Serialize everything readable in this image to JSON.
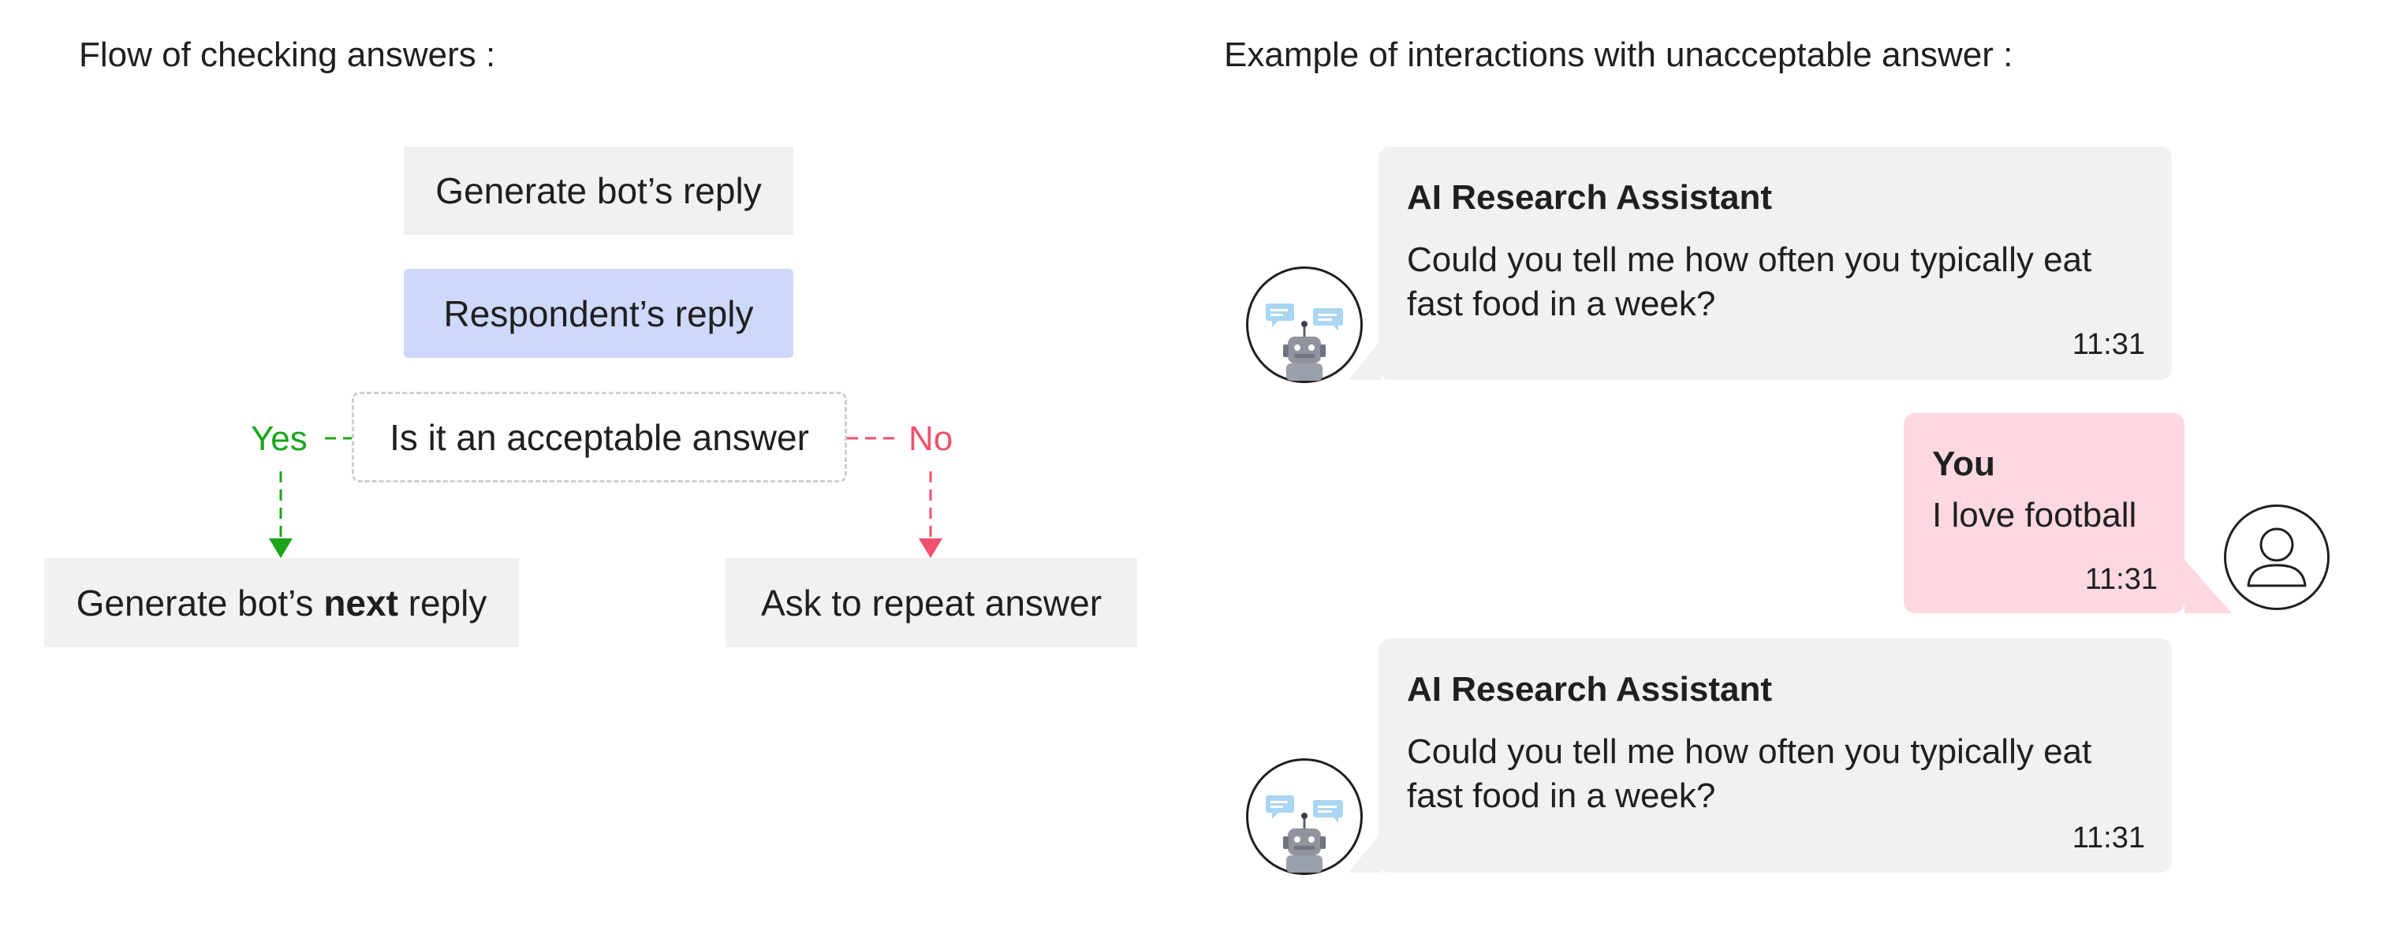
{
  "flow": {
    "title": "Flow of checking answers :",
    "generate_reply": "Generate bot’s reply",
    "respondent_reply": "Respondent’s reply",
    "question": "Is it an acceptable answer",
    "yes_label": "Yes",
    "no_label": "No",
    "next_reply_prefix": "Generate bot’s ",
    "next_reply_bold": "next",
    "next_reply_suffix": " reply",
    "repeat": "Ask to repeat answer",
    "colors": {
      "yes": "#1aa51a",
      "no": "#f0506e",
      "respondent_box": "#cdd8fb",
      "box": "#f1f1f1"
    }
  },
  "chat": {
    "title": "Example of interactions with unacceptable answer :",
    "messages": [
      {
        "sender": "AI Research Assistant",
        "line1": "Could you tell me how often you typically eat",
        "line2": "fast food in a week?",
        "time": "11:31",
        "avatar_icon": "robot-icon"
      },
      {
        "sender": "You",
        "line1": "I love football",
        "time": "11:31",
        "avatar_icon": "user-icon"
      },
      {
        "sender": "AI Research Assistant",
        "line1": "Could you tell me how often you typically eat",
        "line2": "fast food in a week?",
        "time": "11:31",
        "avatar_icon": "robot-icon"
      }
    ],
    "colors": {
      "bot_bubble": "#f1f1f1",
      "user_bubble": "#fdd8e0"
    }
  }
}
